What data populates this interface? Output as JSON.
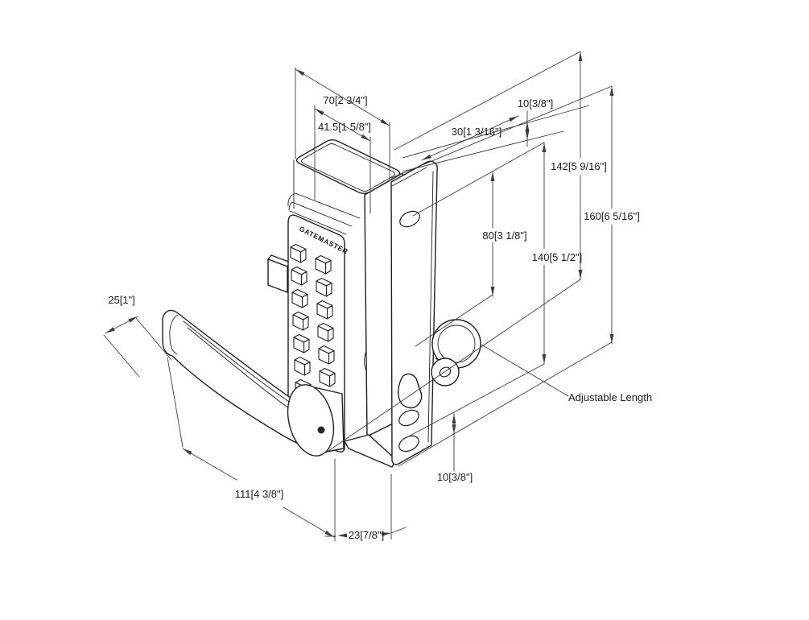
{
  "drawing": {
    "brand": "GATEMASTER",
    "annotations": {
      "adjustable_length": "Adjustable Length"
    },
    "dimensions": {
      "width_overall": "70[2 3/4\"]",
      "width_keypad": "41.5[1 5/8\"]",
      "offset_top": "10[3/8\"]",
      "plate_width": "30[1 3/16\"]",
      "height_142": "142[5 9/16\"]",
      "height_160": "160[6 5/16\"]",
      "height_80": "80[3 1/8\"]",
      "height_140": "140[5 1/2\"]",
      "lever_width": "25[1\"]",
      "lever_length": "111[4 3/8\"]",
      "depth_23": "23[7/8\"]",
      "offset_bottom": "10[3/8\"]"
    },
    "keypad": {
      "button_count": 13,
      "columns": 2
    }
  }
}
